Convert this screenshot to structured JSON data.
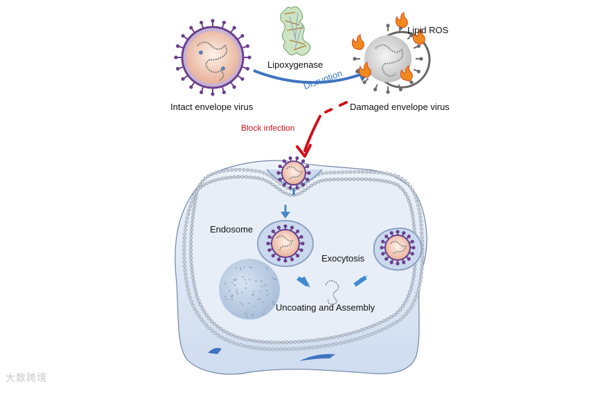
{
  "labels": {
    "lipid_ros": "Lipid ROS",
    "lipoxygenase": "Lipoxygenase",
    "disruption": "Disruption",
    "intact_virus": "Intact envelope virus",
    "damaged_virus": "Damaged envelope virus",
    "block_infection": "Block infection",
    "endosome": "Endosome",
    "exocytosis": "Exocytosis",
    "uncoating_assembly": "Uncoating and Assembly"
  },
  "watermark": "大数跨境",
  "colors": {
    "arrow_blue": "#3f74c0",
    "block_red": "#d0101a",
    "envelope_purple": "#6b3f8e",
    "capsid_orange": "#e9b49a",
    "cell_fill": "#dde8f6",
    "membrane_gray": "#9aa6b3",
    "nucleus_blue": "#b9cbe2"
  }
}
